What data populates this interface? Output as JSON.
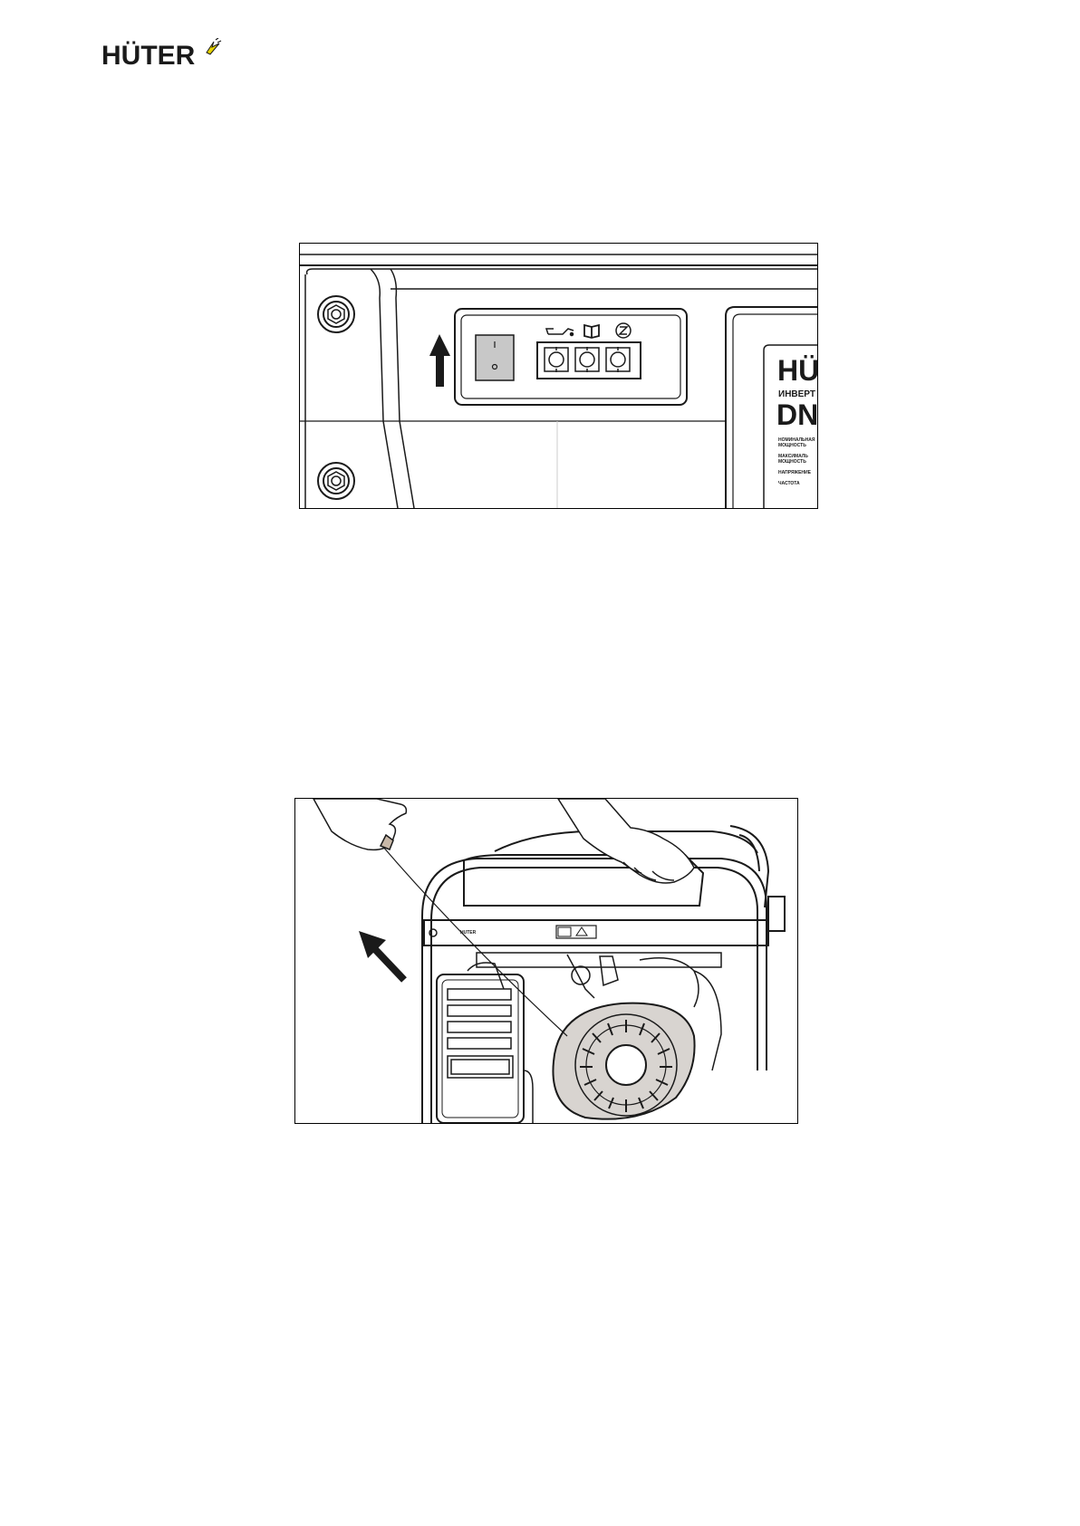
{
  "header": {
    "logo_text": "HÜTER"
  },
  "figures": {
    "control_panel": {
      "switch_mark_on": "I",
      "switch_mark_off": "O",
      "label_brand": "HÜ",
      "label_type": "ИНВЕРТ",
      "label_model": "DN",
      "label_rows": [
        "НОМИНАЛЬНАЯ",
        "МОЩНОСТЬ",
        "МАКСИМАЛЬ",
        "МОЩНОСТЬ",
        "НАПРЯЖЕНИЕ",
        "ЧАСТОТА"
      ]
    },
    "recoil_start": {
      "frame_label": "HUTER"
    }
  },
  "colors": {
    "ink": "#1a1a1a",
    "spark": "#e6d200",
    "switch_fill": "#c8c8c8",
    "recoil_fill": "#d8d4d0"
  }
}
